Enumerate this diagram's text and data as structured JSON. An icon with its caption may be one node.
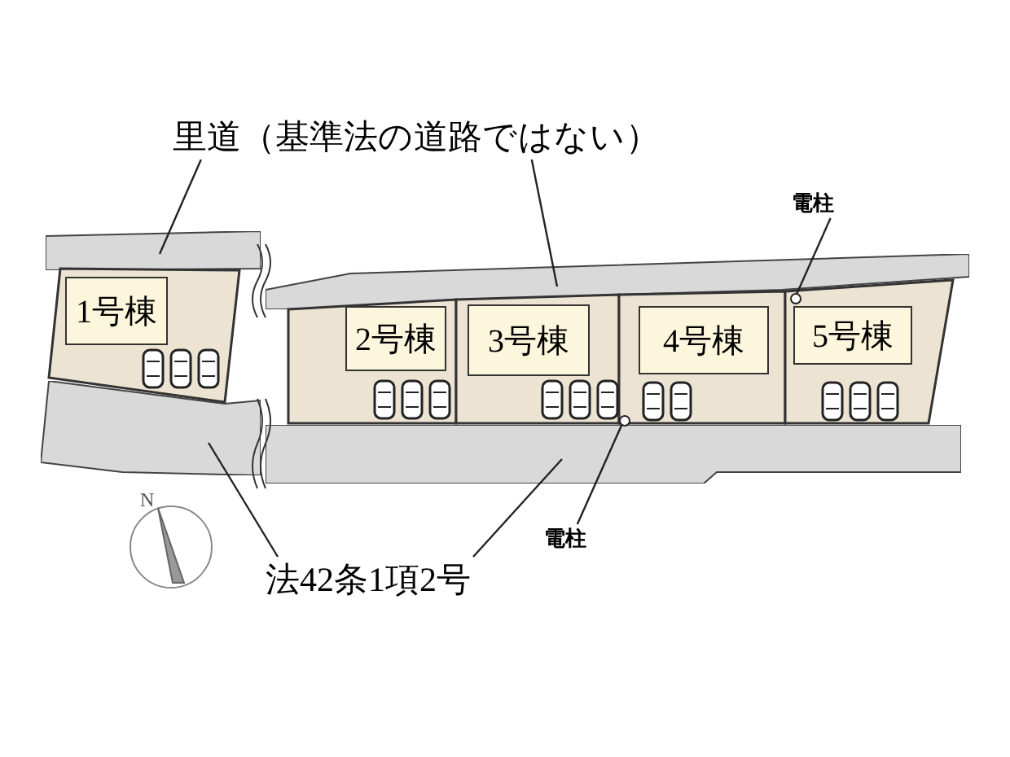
{
  "diagram": {
    "nodes": [
      {
        "text": [
          "里道（基準法の道路ではない）"
        ]
      },
      {
        "text": [
          "法42条1項2号"
        ]
      },
      {
        "text": [
          "電柱"
        ]
      },
      {
        "text": [
          "電柱"
        ]
      },
      {
        "text": [],
        "shape": "box"
      },
      {
        "text": [],
        "shape": "box"
      },
      {
        "text": [],
        "shape": "box"
      },
      {
        "text": [],
        "shape": "box"
      },
      {
        "text": [],
        "shape": "circle"
      },
      {
        "text": [],
        "shape": "circle"
      },
      {
        "text": [
          "1号棟"
        ]
      },
      {
        "text": [
          "2号棟"
        ]
      },
      {
        "text": [
          "3号棟"
        ]
      },
      {
        "text": [
          "4号棟"
        ]
      },
      {
        "text": [
          "5号棟"
        ]
      }
    ],
    "edges": [
      {
        "from": 0,
        "to": 4,
        "arrow": "none"
      },
      {
        "from": 0,
        "to": 5,
        "arrow": "none"
      },
      {
        "from": 2,
        "to": 8,
        "arrow": "none"
      },
      {
        "from": 3,
        "to": 9,
        "arrow": "none"
      },
      {
        "from": 1,
        "to": 6,
        "arrow": "none"
      },
      {
        "from": 1,
        "to": 7,
        "arrow": "none"
      }
    ],
    "labels": [
      "N"
    ]
  }
}
